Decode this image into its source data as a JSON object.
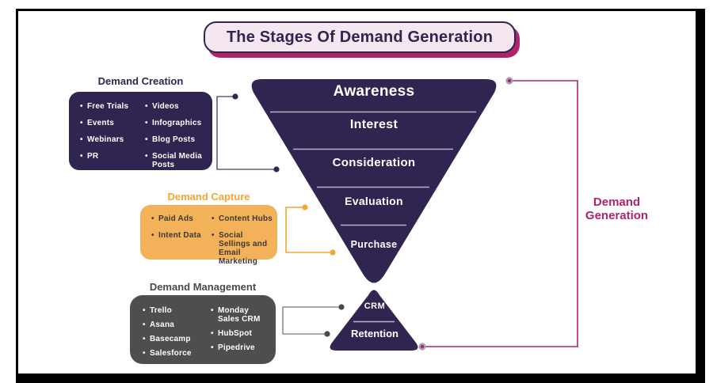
{
  "title": "The Stages Of Demand Generation",
  "funnel": {
    "stages": [
      "Awareness",
      "Interest",
      "Consideration",
      "Evaluation",
      "Purchase"
    ],
    "bottom_stages": [
      "CRM",
      "Retention"
    ]
  },
  "groups": [
    {
      "title": "Demand Creation",
      "col1": [
        "Free Trials",
        "Events",
        "Webinars",
        "PR"
      ],
      "col2": [
        "Videos",
        "Infographics",
        "Blog Posts",
        "Social Media Posts"
      ]
    },
    {
      "title": "Demand Capture",
      "col1": [
        "Paid Ads",
        "Intent Data"
      ],
      "col2": [
        "Content Hubs",
        "Social Sellings and Email Marketing"
      ]
    },
    {
      "title": "Demand Management",
      "col1": [
        "Trello",
        "Asana",
        "Basecamp",
        "Salesforce"
      ],
      "col2": [
        "Monday Sales CRM",
        "HubSpot",
        "Pipedrive"
      ]
    }
  ],
  "right_label": {
    "line1": "Demand",
    "line2": "Generation"
  },
  "colors": {
    "purple": "#2F2550",
    "pink": "#F5E7F0",
    "magenta": "#B0246C",
    "orange": "#F3B25A",
    "orangeAccent": "#F6A432",
    "gray": "#4E4E4E",
    "grayLine": "#8E8E8E",
    "bracket1": "#645C7E",
    "divider": "#C9C3D8"
  }
}
